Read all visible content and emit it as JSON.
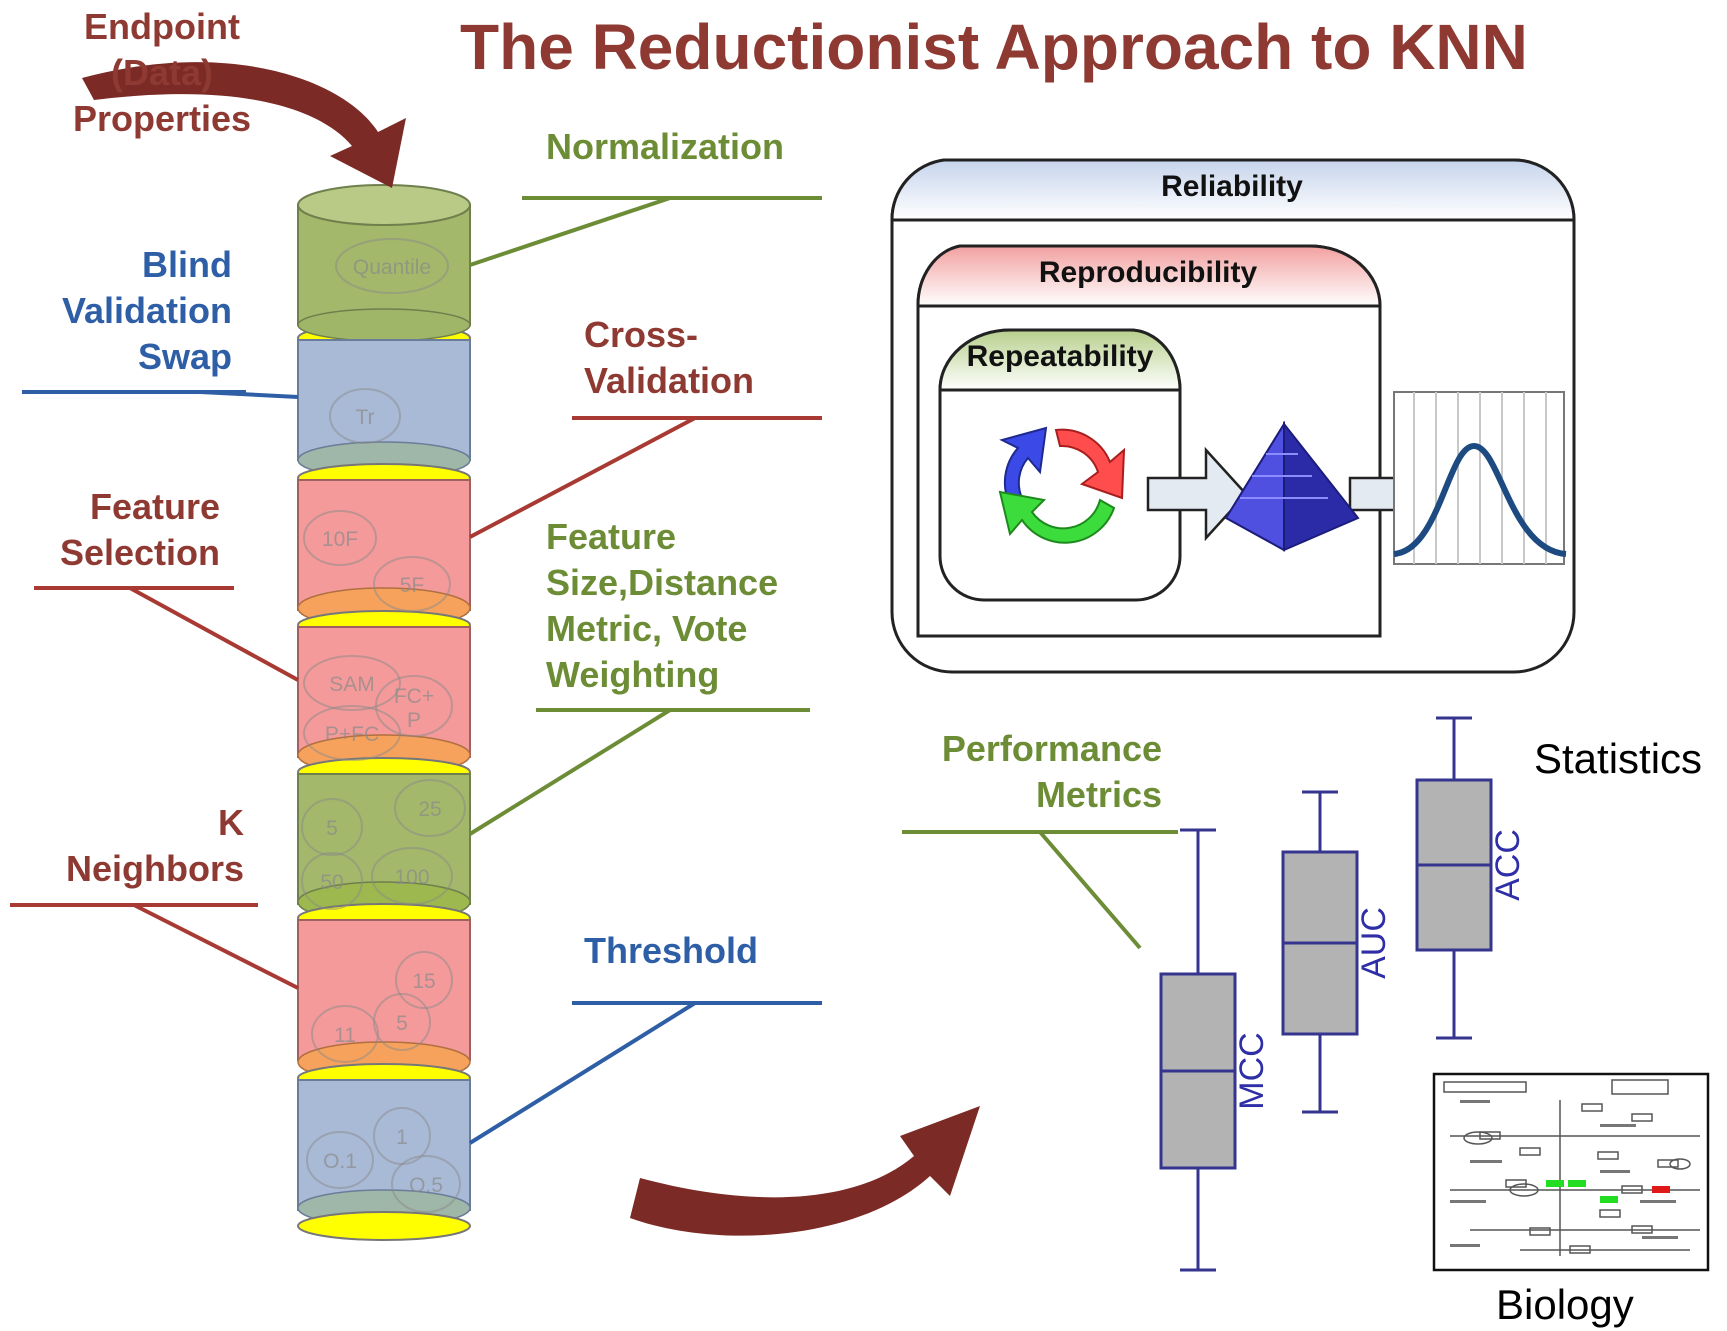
{
  "title": "The Reductionist Approach to KNN",
  "labels": {
    "endpoint": [
      "Endpoint",
      "(Data)",
      "Properties"
    ],
    "blind_validation": [
      "Blind",
      "Validation",
      "Swap"
    ],
    "feature_selection": [
      "Feature",
      "Selection"
    ],
    "k_neighbors": [
      "K",
      "Neighbors"
    ],
    "normalization": "Normalization",
    "cross_validation": [
      "Cross-",
      "Validation"
    ],
    "feature_size": [
      "Feature",
      "Size,Distance",
      "Metric, Vote",
      "Weighting"
    ],
    "threshold": "Threshold",
    "performance_metrics": [
      "Performance",
      "Metrics"
    ],
    "statistics": "Statistics",
    "biology": "Biology"
  },
  "column_bubbles": {
    "normalization": [
      "Quantile"
    ],
    "blind": [
      "Tr"
    ],
    "cross_validation": [
      "10F",
      "5F"
    ],
    "feature_selection": [
      "SAM",
      "FC+",
      "P",
      "P+FC"
    ],
    "feature_size": [
      "25",
      "5",
      "50",
      "100"
    ],
    "k_neighbors": [
      "15",
      "5",
      "11"
    ],
    "threshold": [
      "1",
      "O.1",
      "O.5"
    ]
  },
  "boxes": {
    "reliability": "Reliability",
    "reproducibility": "Reproducibility",
    "repeatability": "Repeatability"
  },
  "colors": {
    "red_text": "#8e3a33",
    "blue_text": "#2e5fa6",
    "green_text": "#6c8c35",
    "green_band": "#a3b86a",
    "red_band": "#f59a9a",
    "blue_band": "#a9bad6",
    "yellow_ring": "#ffff00",
    "orange": "#f7a25c",
    "boxplot_fill": "#b3b3b3",
    "boxplot_line": "#35358f",
    "arrow_brown": "#7b2a26"
  },
  "chart_data": {
    "type": "box",
    "series": [
      {
        "name": "MCC",
        "whisker_low": 1,
        "q1": 2,
        "median": 3,
        "q3": 4,
        "whisker_high": 5
      },
      {
        "name": "AUC",
        "whisker_low": 1,
        "q1": 2,
        "median": 3,
        "q3": 4,
        "whisker_high": 5
      },
      {
        "name": "ACC",
        "whisker_low": 1,
        "q1": 2,
        "median": 3,
        "q3": 4,
        "whisker_high": 5
      }
    ],
    "xlabel": "",
    "ylabel": ""
  }
}
